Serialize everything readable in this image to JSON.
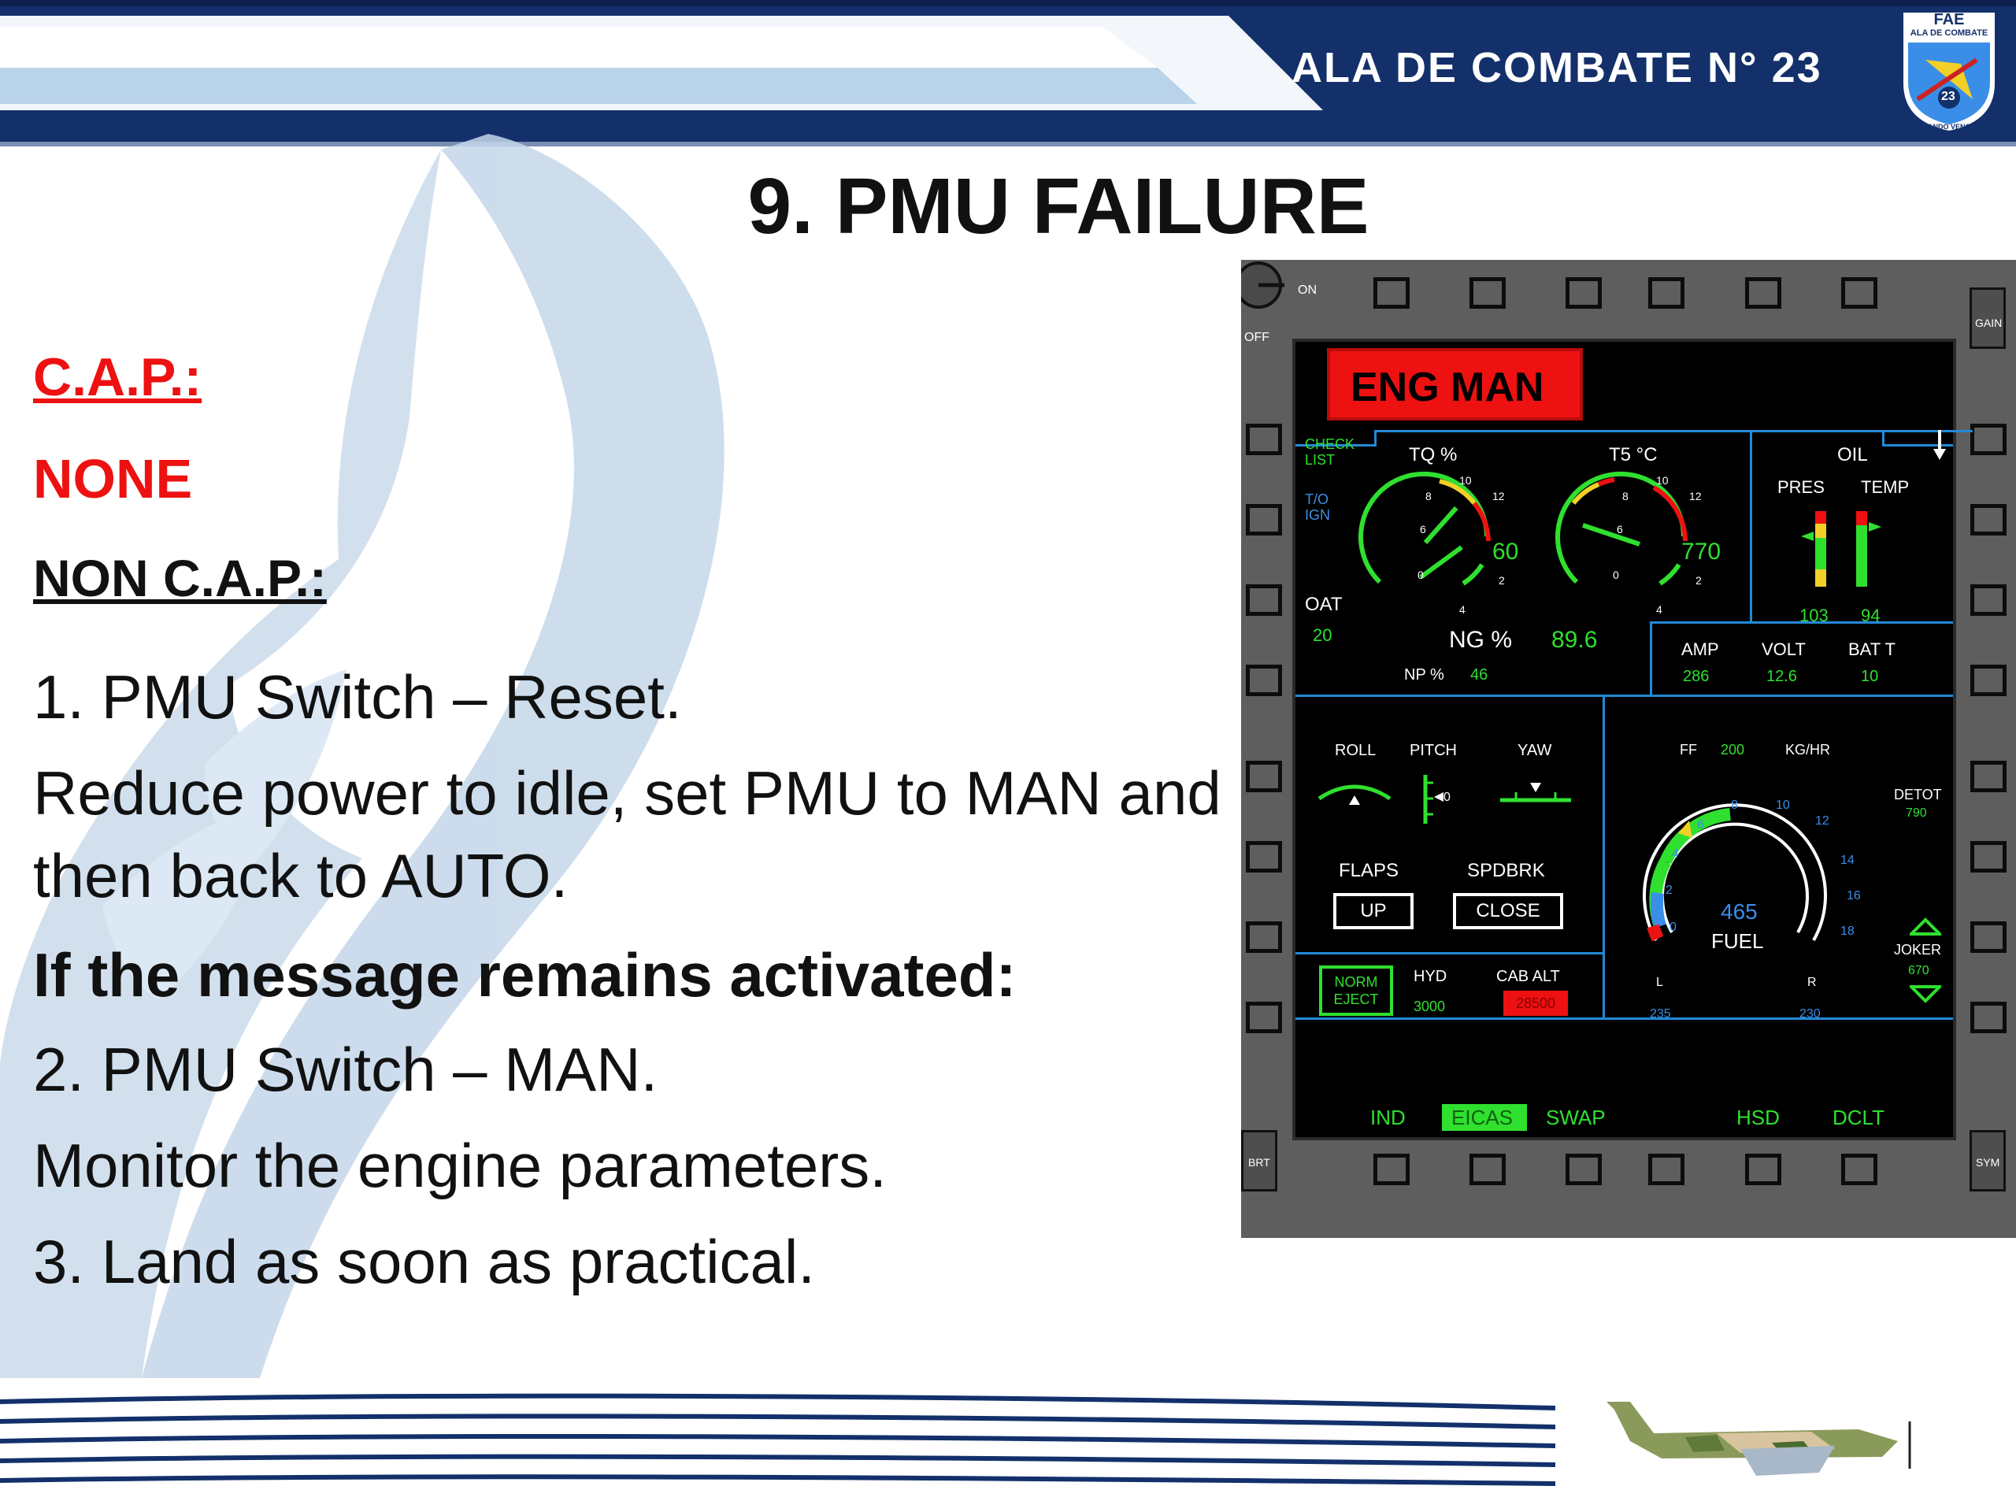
{
  "header": {
    "unit_name": "ALA DE COMBATE N° 23",
    "emblem_labels": [
      "FAE",
      "ALA DE COMBATE",
      "LUCHANDO VENCERAS",
      "23"
    ]
  },
  "slide": {
    "title": "9. PMU FAILURE",
    "cap_heading": "C.A.P.:",
    "cap_value": "NONE",
    "noncap_heading": "NON C.A.P.:",
    "steps": [
      "1. PMU Switch – Reset.",
      "Reduce power to idle, set PMU to MAN and then back to AUTO.",
      "If the message remains activated:",
      "2. PMU Switch – MAN.",
      "Monitor the engine parameters.",
      "3. Land as soon as practical."
    ]
  },
  "mfd": {
    "switch_on": "ON",
    "switch_off": "OFF",
    "gain_label": "GAIN",
    "brt_label": "BRT",
    "sym_label": "SYM",
    "warning": "ENG MAN",
    "check_list": "CHECK LIST",
    "to_ign": "T/O IGN",
    "oat_label": "OAT",
    "oat_value": "20",
    "tq_label": "TQ %",
    "tq_value": "60",
    "t5_label": "T5 °C",
    "t5_value": "770",
    "ng_label": "NG %",
    "ng_value": "89.6",
    "np_label": "NP %",
    "np_value": "46",
    "oil_label": "OIL",
    "pres_label": "PRES",
    "temp_label": "TEMP",
    "pres_value": "103",
    "temp_value": "94",
    "amp_label": "AMP",
    "amp_value": "286",
    "volt_label": "VOLT",
    "volt_value": "12.6",
    "batt_label": "BAT T",
    "batt_value": "10",
    "roll_label": "ROLL",
    "pitch_label": "PITCH",
    "yaw_label": "YAW",
    "pitch_value": "0",
    "flaps_label": "FLAPS",
    "flaps_value": "UP",
    "spdbrk_label": "SPDBRK",
    "spdbrk_value": "CLOSE",
    "norm_eject": "NORM EJECT",
    "hyd_label": "HYD",
    "hyd_value": "3000",
    "cab_alt_label": "CAB ALT",
    "cab_alt_value": "28500",
    "ff_label": "FF",
    "ff_value": "200",
    "ff_unit": "KG/HR",
    "fuel_value": "465",
    "fuel_label": "FUEL",
    "fuel_left_label": "L",
    "fuel_left_value": "235",
    "fuel_right_label": "R",
    "fuel_right_value": "230",
    "detot_label": "DETOT",
    "detot_value": "790",
    "joker_label": "JOKER",
    "joker_value": "670",
    "menu": [
      "IND",
      "EICAS",
      "SWAP",
      "HSD",
      "DCLT"
    ],
    "menu_active": "EICAS",
    "gauge_ticks": [
      "0",
      "2",
      "4",
      "6",
      "8",
      "10",
      "12"
    ],
    "fuel_ticks": [
      "0",
      "2",
      "4",
      "6",
      "8",
      "10",
      "12",
      "14",
      "16",
      "18"
    ]
  },
  "colors": {
    "navy": "#13306b",
    "light_blue": "#b9d3ea",
    "red": "#ee1111",
    "mfd_green": "#2fe02f",
    "mfd_blue": "#2389d6"
  }
}
